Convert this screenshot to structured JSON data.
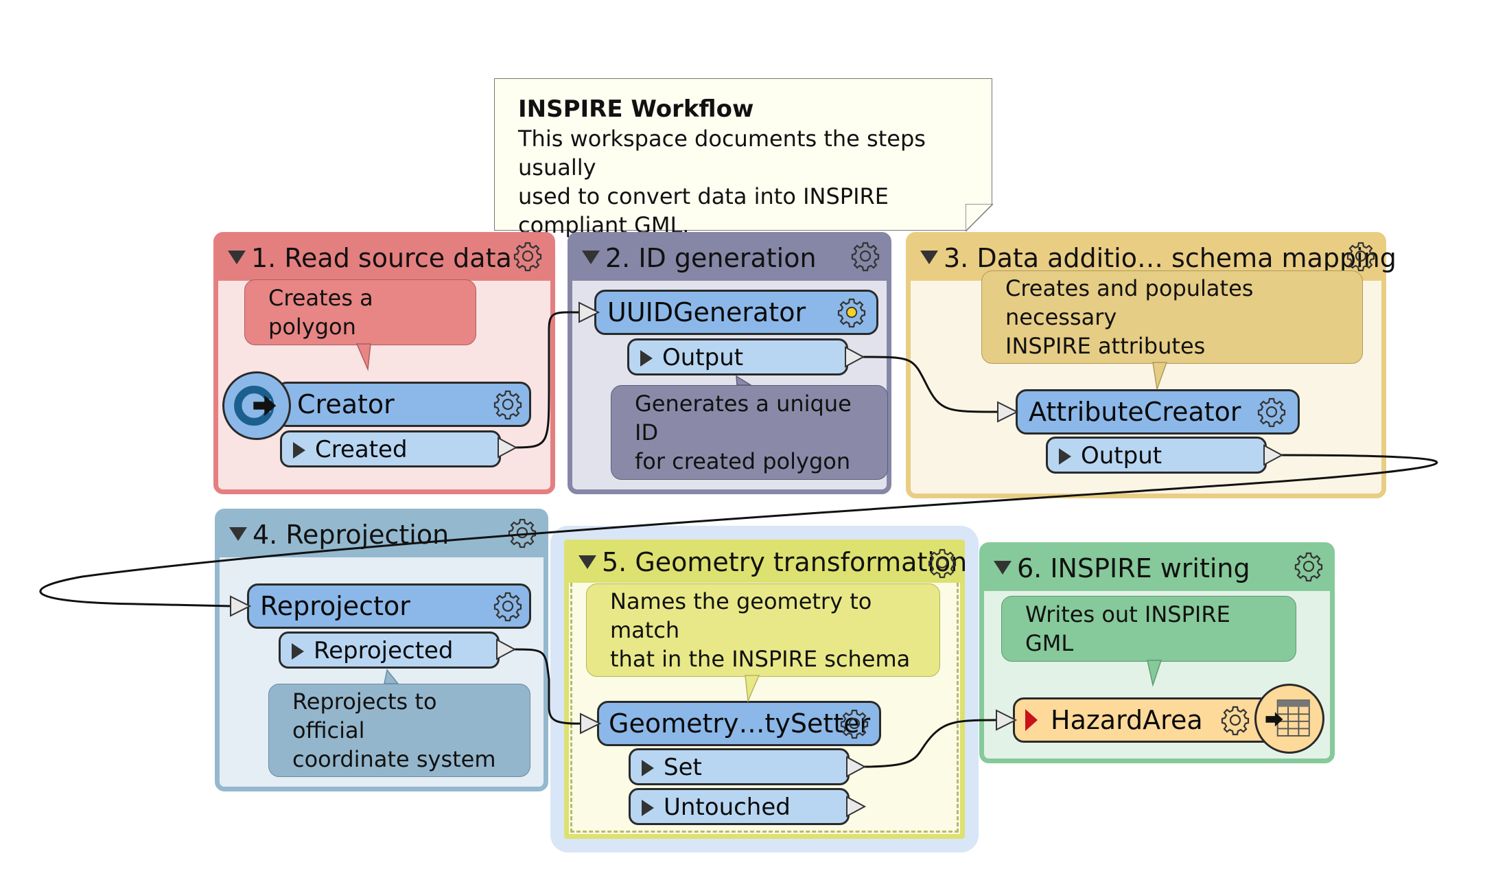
{
  "note": {
    "title": "INSPIRE Workflow",
    "body": "This workspace documents the steps usually\nused to convert data into INSPIRE\ncompliant GML."
  },
  "bookmarks": [
    {
      "title": "1. Read source data",
      "color": "#e47f80"
    },
    {
      "title": "2. ID generation",
      "color": "#8686a6"
    },
    {
      "title": "3. Data additio… schema mapping",
      "color": "#e9cd83"
    },
    {
      "title": "4. Reprojection",
      "color": "#94b9cf"
    },
    {
      "title": "5. Geometry transformation",
      "color": "#dde16f"
    },
    {
      "title": "6. INSPIRE writing",
      "color": "#86c99a"
    }
  ],
  "callouts": {
    "creator": "Creates a polygon",
    "uuid": "Generates a unique ID\nfor created polygon",
    "attr": "Creates and populates necessary\nINSPIRE attributes",
    "reproj": "Reprojects to official\ncoordinate system",
    "geom": "Names the geometry to match\nthat in the INSPIRE schema",
    "writer": "Writes out INSPIRE GML"
  },
  "transformers": {
    "creator": "Creator",
    "uuid": "UUIDGenerator",
    "attr": "AttributeCreator",
    "reproj": "Reprojector",
    "geom": "Geometry…tySetter",
    "writer": "HazardArea"
  },
  "ports": {
    "created": "Created",
    "uuid_output": "Output",
    "attr_output": "Output",
    "reprojected": "Reprojected",
    "set": "Set",
    "untouched": "Untouched"
  },
  "icons": [
    "triangle-down-icon",
    "gear-icon",
    "creator-icon",
    "writer-table-icon",
    "alert-gear-icon"
  ]
}
